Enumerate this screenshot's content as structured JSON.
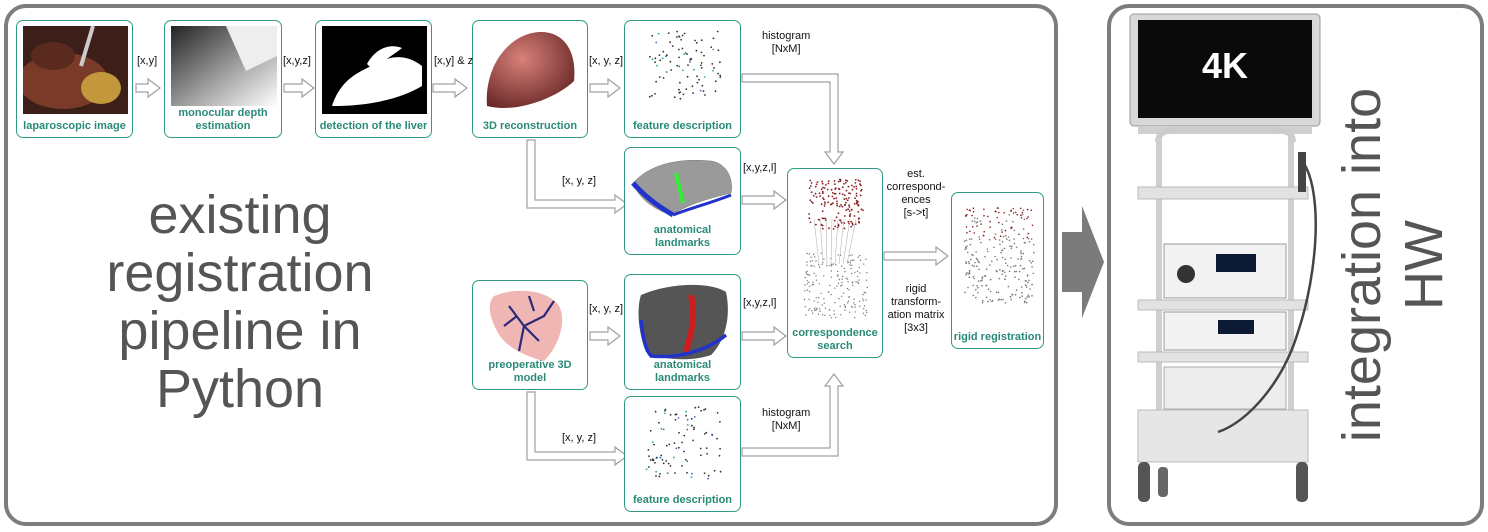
{
  "nodes": {
    "laparoscopic_image": "laparoscopic image",
    "monocular_depth": [
      "monocular depth",
      "estimation"
    ],
    "liver_detection": "detection of the liver",
    "reconstruction_3d": "3D reconstruction",
    "feature_description_top": "feature description",
    "anatomical_landmarks_top": "anatomical landmarks",
    "correspondence_search": [
      "correspondence",
      "search"
    ],
    "rigid_registration": "rigid registration",
    "preoperative_model": "preoperative 3D model",
    "anatomical_landmarks_bottom": "anatomical landmarks",
    "feature_description_bottom": "feature description"
  },
  "edges": {
    "lap_to_depth": "[x,y]",
    "depth_to_detection": "[x,y,z]",
    "detection_to_recon": "[x,y] & z",
    "recon_to_feature": "[x, y, z]",
    "recon_to_landmarks": "[x, y, z]",
    "feature_top_histogram": [
      "histogram",
      "[NxM]"
    ],
    "landmarks_top_to_corr": "[x,y,z,l]",
    "preop_to_landmarks": "[x, y, z]",
    "landmarks_bottom_to_corr": "[x,y,z,l]",
    "preop_to_feature": "[x, y, z]",
    "feature_bottom_histogram": [
      "histogram",
      "[NxM]"
    ],
    "corr_est": [
      "est.",
      "correspond-",
      "ences",
      "[s->t]"
    ],
    "corr_rigid": [
      "rigid",
      "transform-",
      "ation matrix",
      "[3x3]"
    ]
  },
  "left_caption": [
    "existing",
    "registration",
    "pipeline in",
    "Python"
  ],
  "right_caption": [
    "integration into",
    "HW"
  ],
  "monitor_badge": "4K",
  "colors": {
    "panel_border": "#7d7d7d",
    "node_border": "#2f9b86",
    "node_label": "#2a8a78",
    "caption": "#555555"
  },
  "icons": [
    "laparoscopy-photo",
    "depth-map",
    "liver-mask",
    "liver-3d-mesh",
    "point-cloud",
    "landmark-mesh",
    "preop-model-vessels",
    "endoscopy-tower"
  ]
}
